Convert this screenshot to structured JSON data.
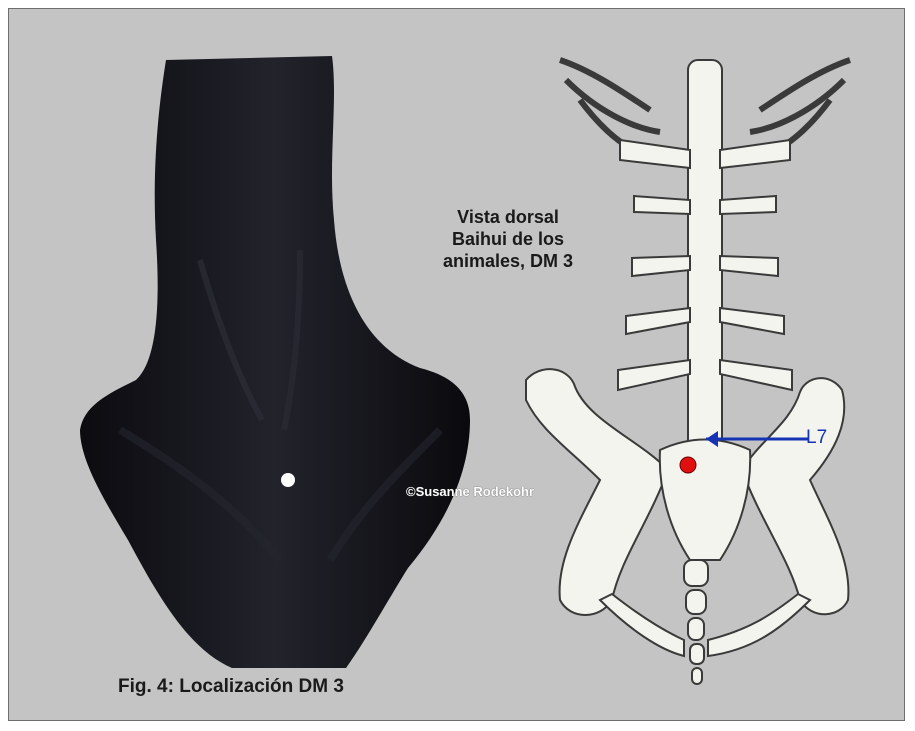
{
  "title_lines": [
    "Vista dorsal",
    "Baihui de los",
    "animales, DM 3"
  ],
  "caption": "Fig. 4: Localización DM 3",
  "copyright": "©Susanne Rodekohr",
  "vertebra_label": "L7",
  "colors": {
    "background": "#c4c4c4",
    "horse": "#111114",
    "bone": "#f4f4ee",
    "acupoint_red": "#e01010",
    "acupoint_white": "#ffffff",
    "arrow_blue": "#1633b4"
  },
  "markers": {
    "horse_point": "white-dot",
    "skeleton_point": "red-dot"
  }
}
